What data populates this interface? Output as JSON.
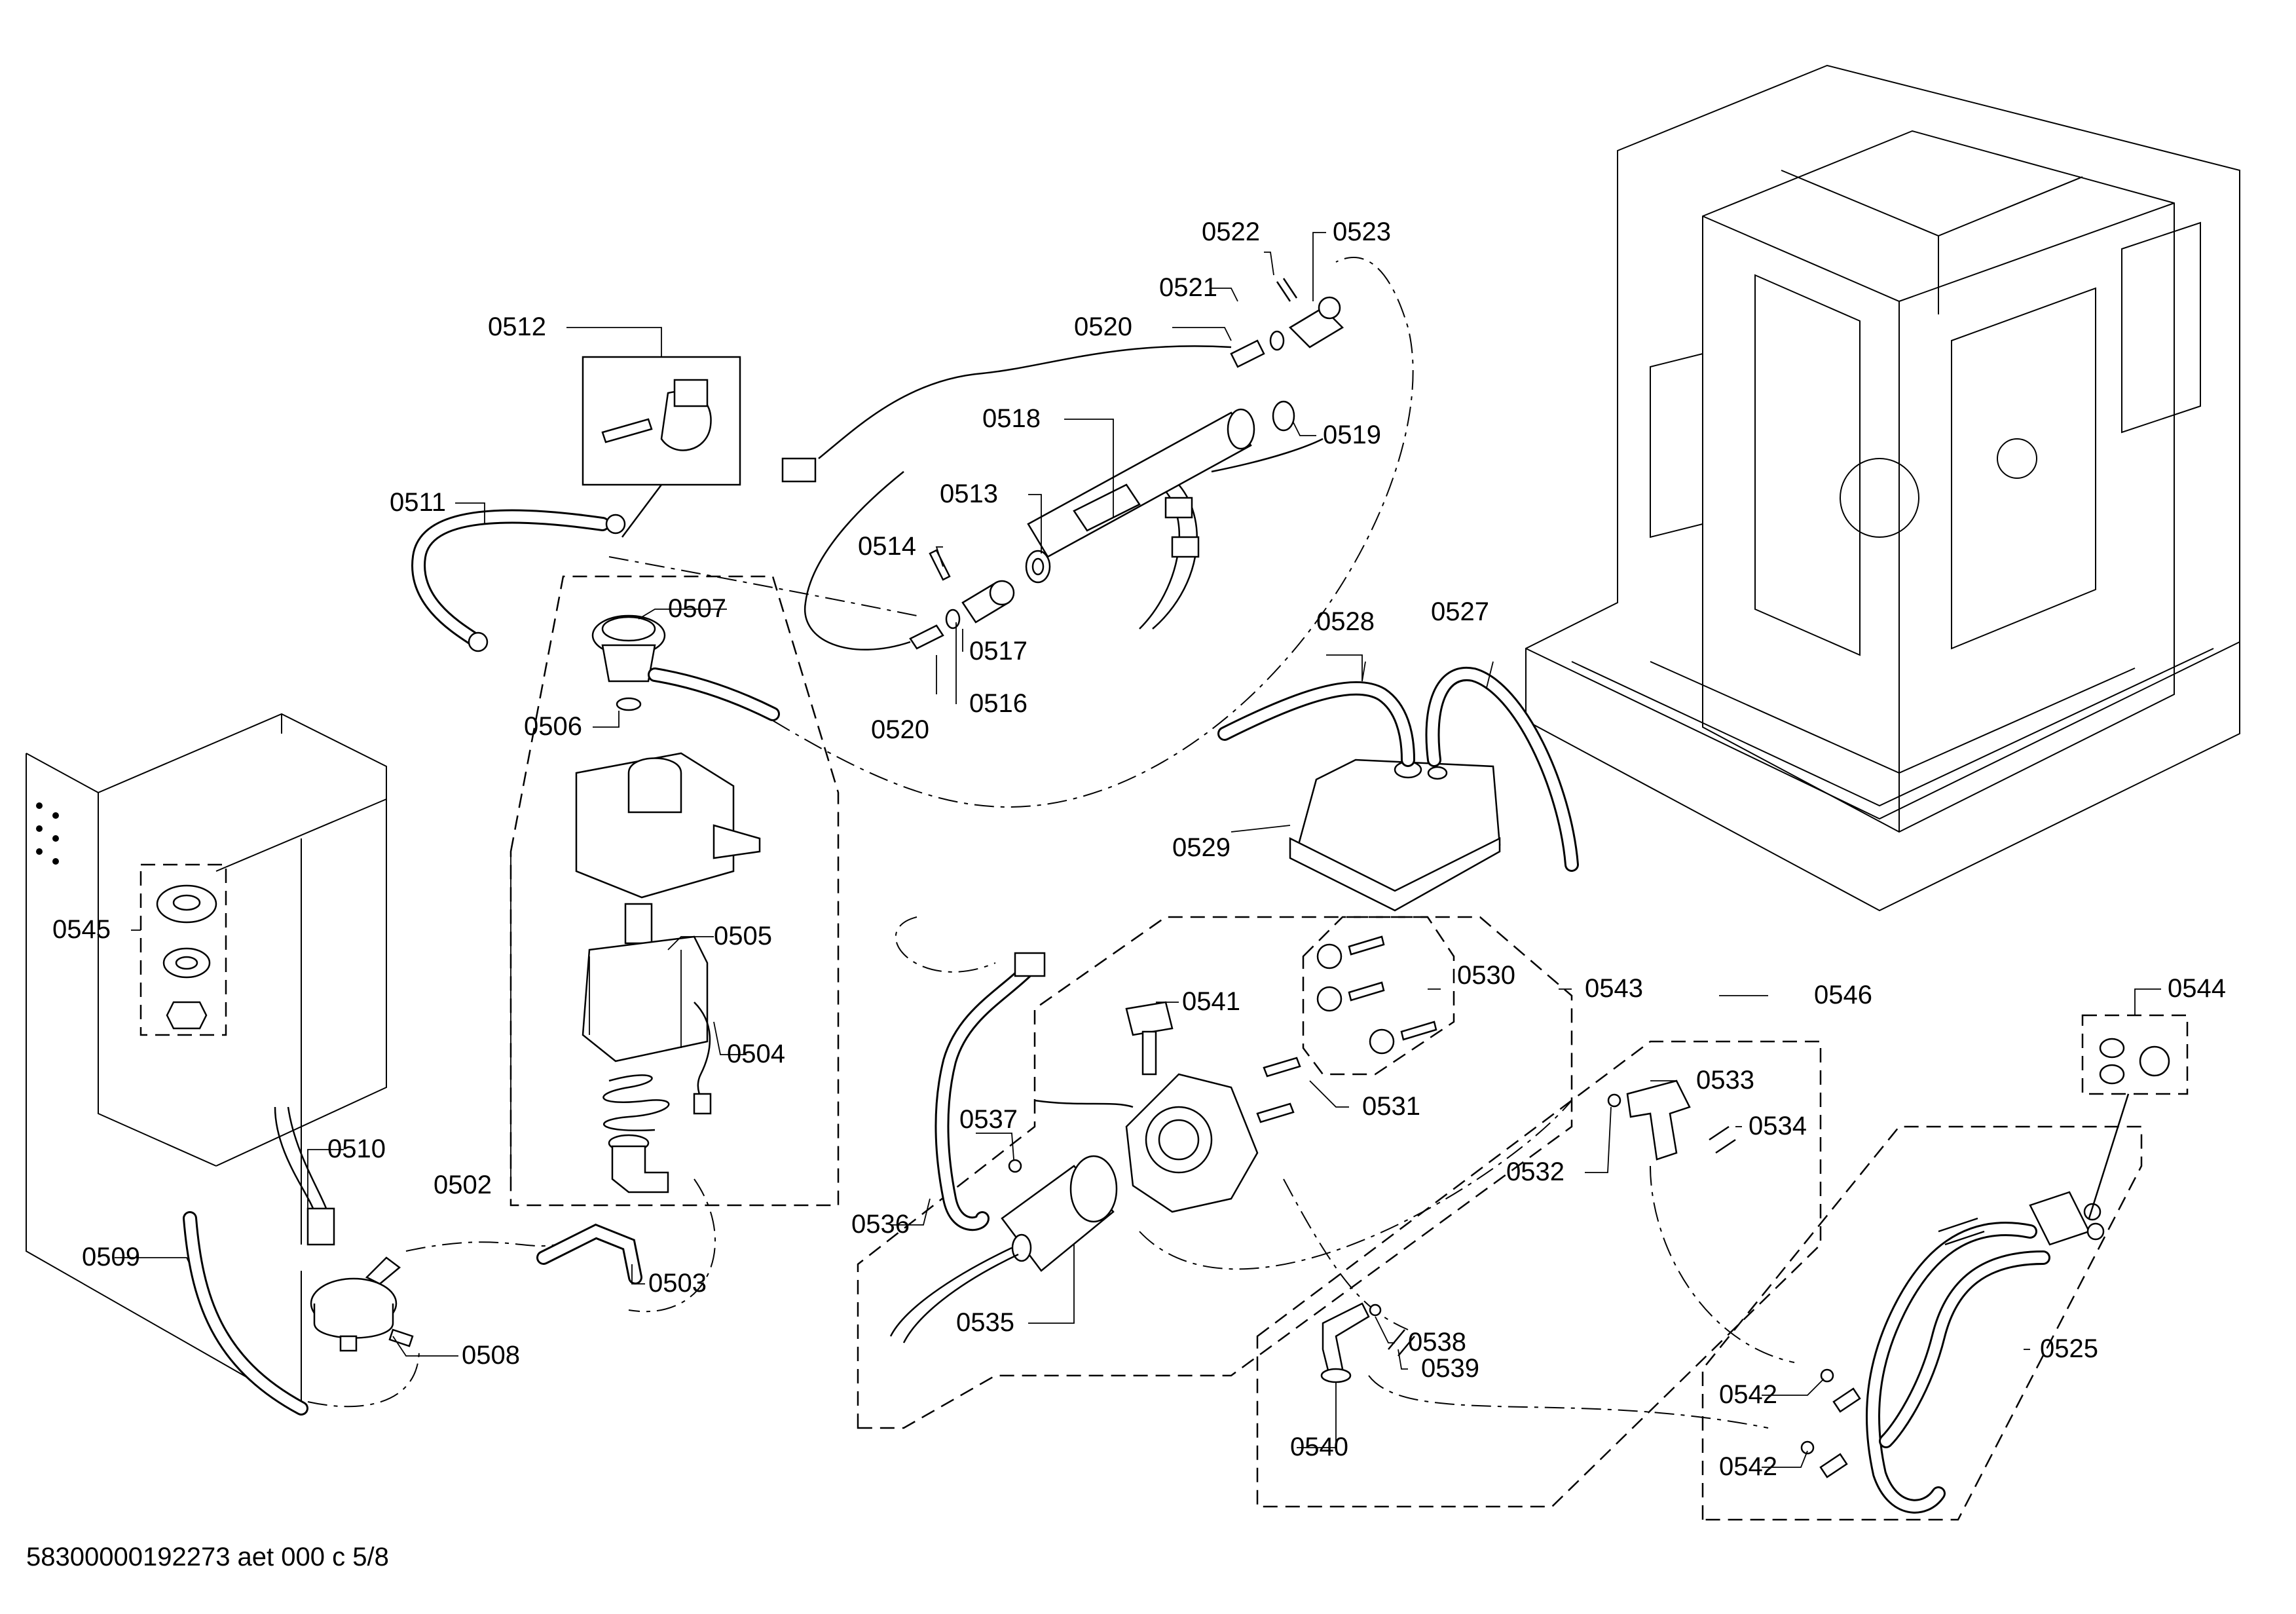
{
  "labels": {
    "p0502": "0502",
    "p0503": "0503",
    "p0504": "0504",
    "p0505": "0505",
    "p0506": "0506",
    "p0507": "0507",
    "p0508": "0508",
    "p0509": "0509",
    "p0510": "0510",
    "p0511": "0511",
    "p0512": "0512",
    "p0513": "0513",
    "p0514": "0514",
    "p0516": "0516",
    "p0517": "0517",
    "p0518": "0518",
    "p0519": "0519",
    "p0520a": "0520",
    "p0520b": "0520",
    "p0521": "0521",
    "p0522": "0522",
    "p0523": "0523",
    "p0525": "0525",
    "p0527": "0527",
    "p0528": "0528",
    "p0529": "0529",
    "p0530": "0530",
    "p0531": "0531",
    "p0532": "0532",
    "p0533": "0533",
    "p0534": "0534",
    "p0535": "0535",
    "p0536": "0536",
    "p0537": "0537",
    "p0538": "0538",
    "p0539": "0539",
    "p0540": "0540",
    "p0541": "0541",
    "p0542a": "0542",
    "p0542b": "0542",
    "p0543": "0543",
    "p0544": "0544",
    "p0545": "0545",
    "p0546": "0546"
  },
  "footer": "58300000192273 aet 000 c 5/8"
}
